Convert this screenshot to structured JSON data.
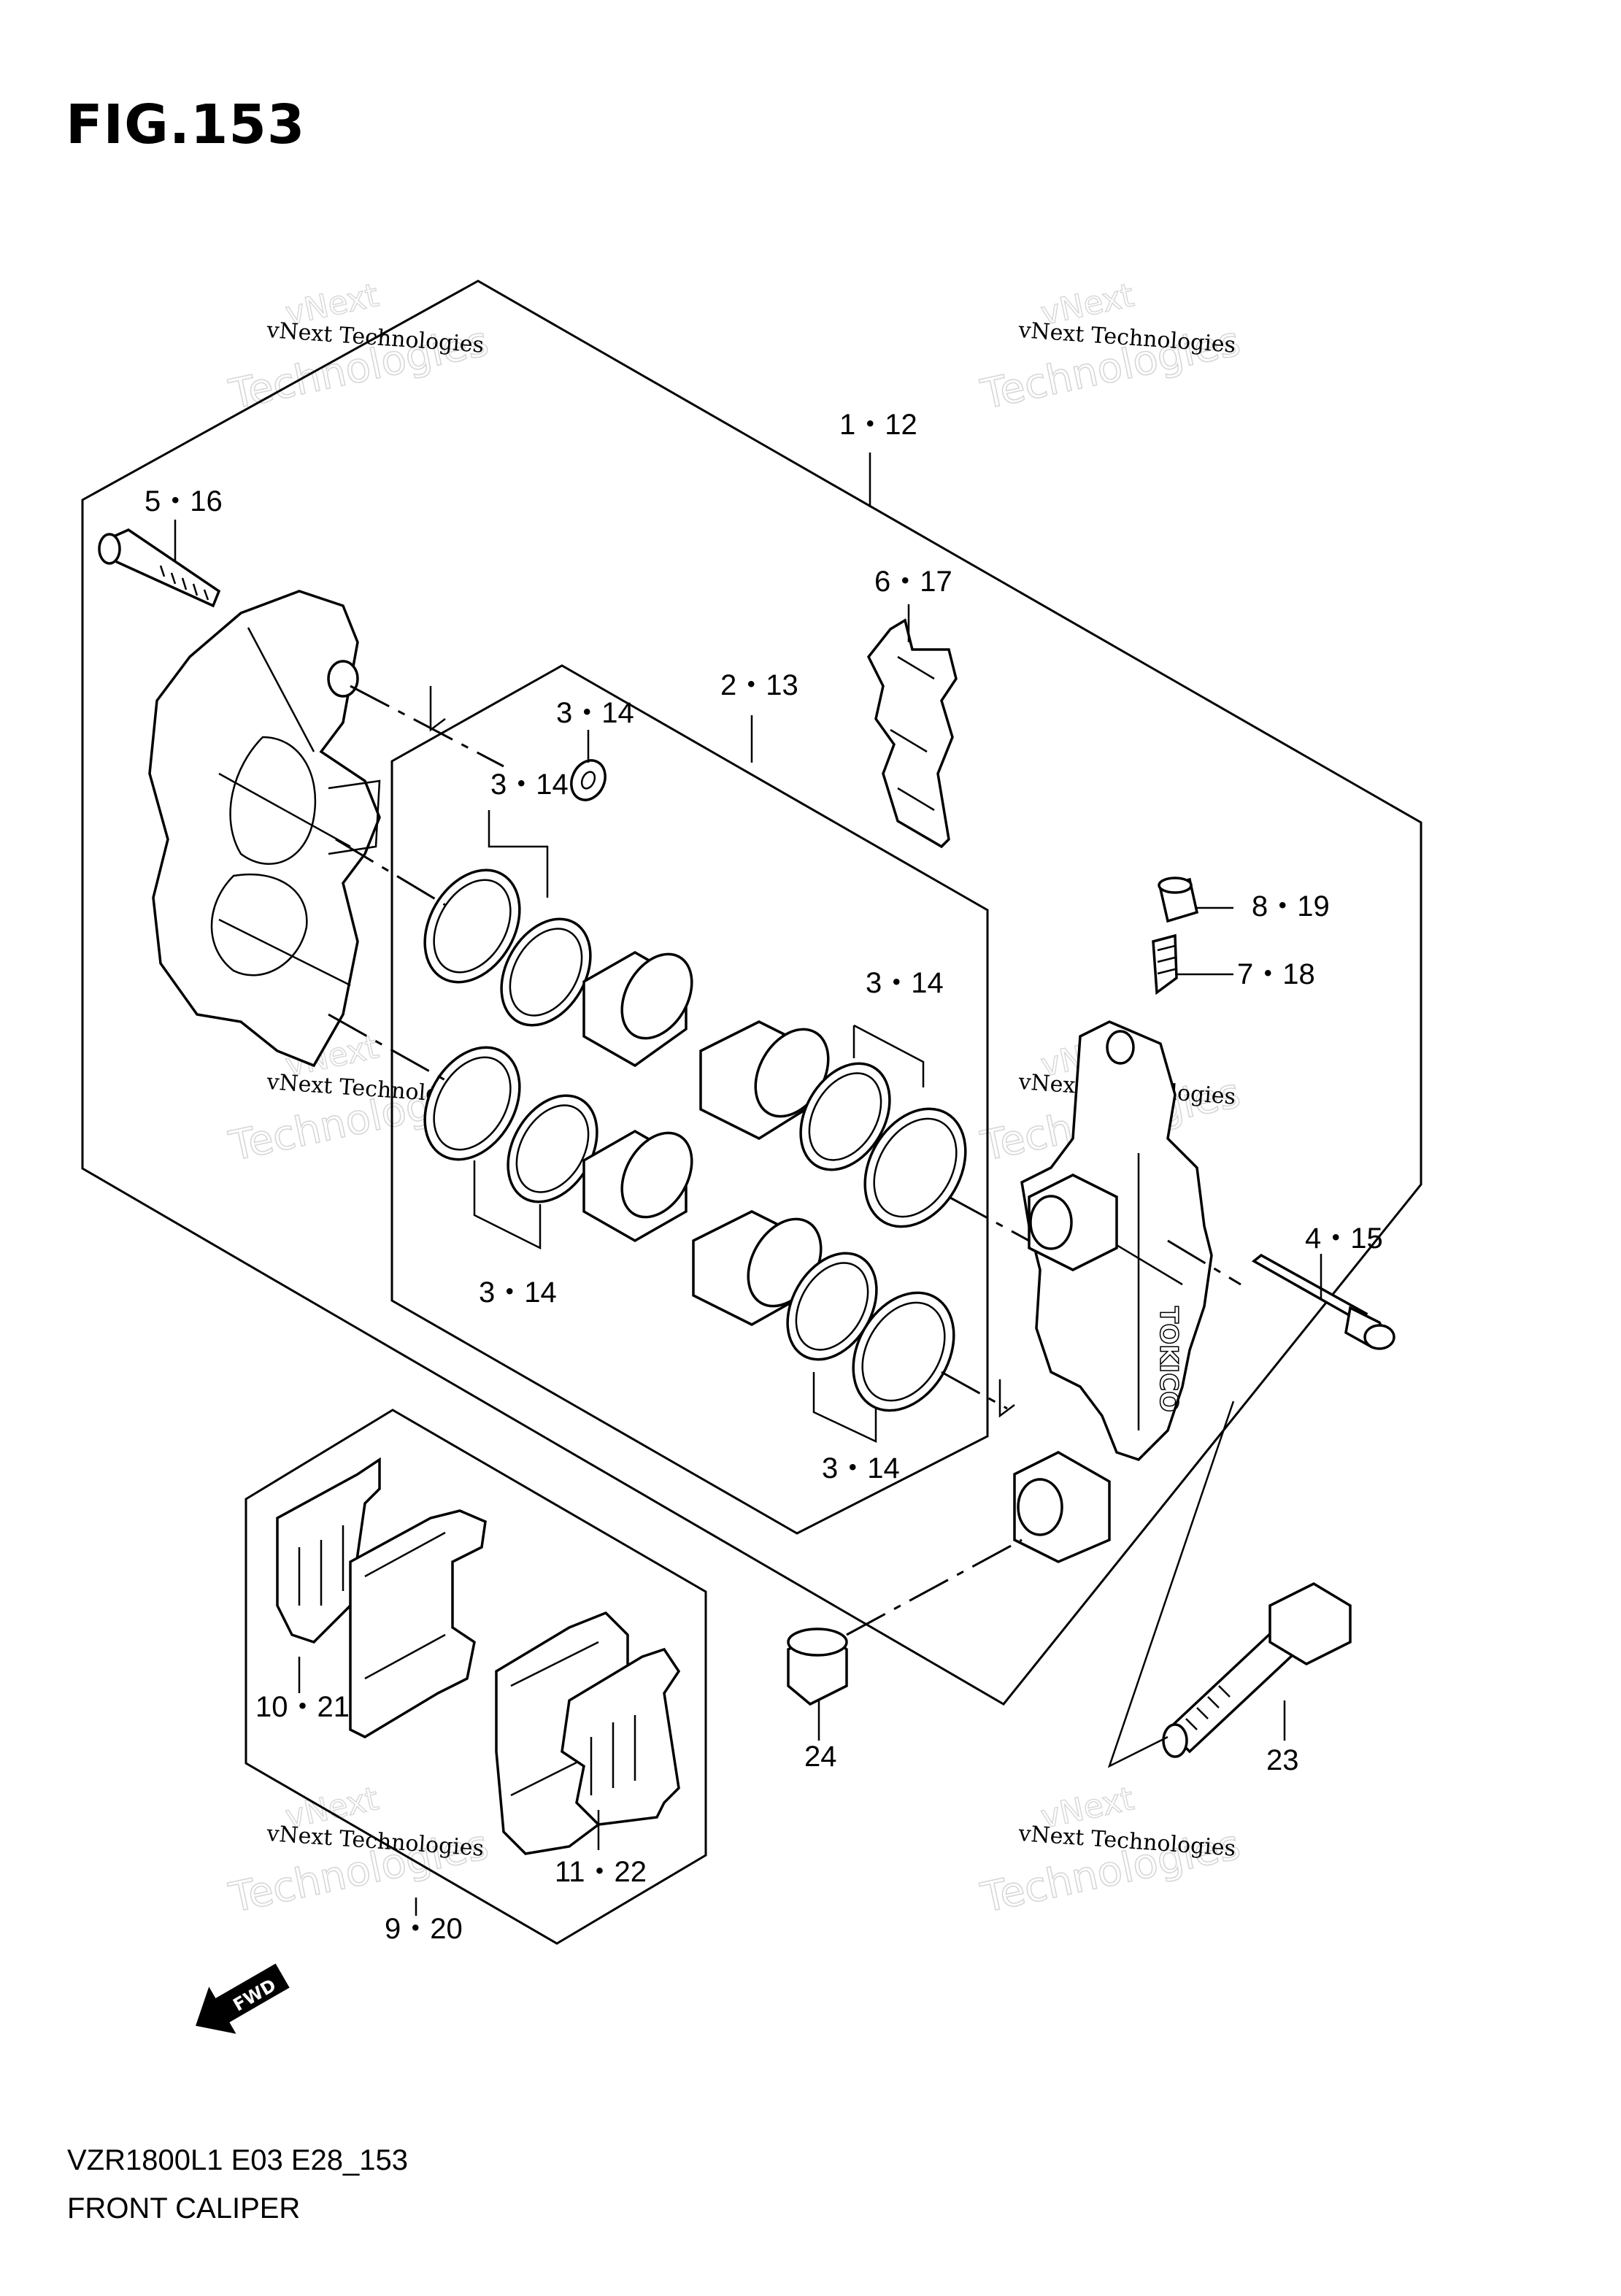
{
  "figure": {
    "title": "FIG.153"
  },
  "footer": {
    "model_code": "VZR1800L1 E03 E28_153",
    "section_name": "FRONT CALIPER"
  },
  "callouts": {
    "c_1_12": "1・12",
    "c_5_16": "5・16",
    "c_6_17": "6・17",
    "c_2_13": "2・13",
    "c_3_14_washer": "3・14",
    "c_3_14_upper_left": "3・14",
    "c_3_14_upper_right": "3・14",
    "c_3_14_lower_left": "3・14",
    "c_3_14_lower_right": "3・14",
    "c_8_19": "8・19",
    "c_7_18": "7・18",
    "c_4_15": "4・15",
    "c_10_21": "10・21",
    "c_11_22": "11・22",
    "c_9_20": "9・20",
    "c_24": "24",
    "c_23": "23"
  },
  "watermarks": {
    "company_line": "vNext Technologies",
    "big_word": "Technologies",
    "small_word": "vNext"
  },
  "caliper_brand_text": "TOKICO",
  "direction_arrow_text": "FWD"
}
